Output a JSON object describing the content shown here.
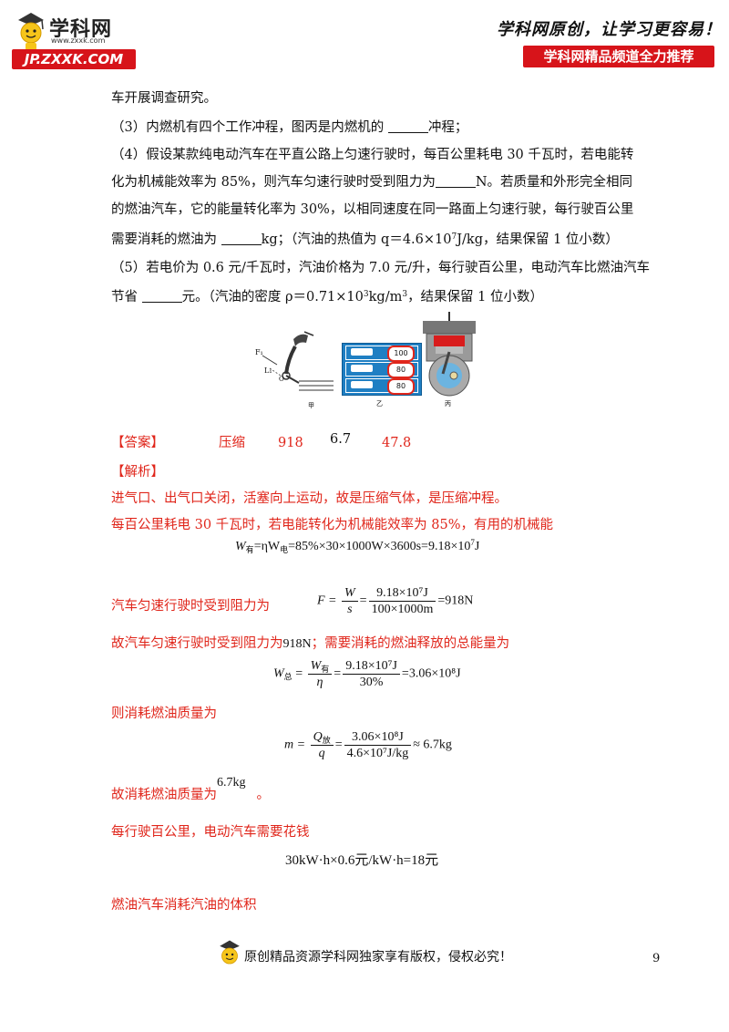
{
  "header": {
    "logo_title": "学科网",
    "logo_url": "www.zxxk.com",
    "site_badge": "JP.ZXXK.COM",
    "slogan": "学科网原创，让学习更容易！",
    "recommend_badge": "学科网精品频道全力推荐"
  },
  "question": {
    "line0": "车开展调查研究。",
    "q3": "（3）内燃机有四个工作冲程，图丙是内燃机的",
    "q3_tail": "冲程；",
    "q4_l1": "（4）假设某款纯电动汽车在平直公路上匀速行驶时，每百公里耗电 30 千瓦时，若电能转",
    "q4_l2_a": "化为机械能效率为 85%，则汽车匀速行驶时受到阻力为",
    "q4_l2_b": "N。若质量和外形完全相同",
    "q4_l3": "的燃油汽车，它的能量转化率为 30%，以相同速度在同一路面上匀速行驶，每行驶百公里",
    "q4_l4_a": "需要消耗的燃油为",
    "q4_l4_b": "kg；（汽油的热值为 q＝4.6×10",
    "q4_l4_sup": "7",
    "q4_l4_c": "J/kg，结果保留 1 位小数）",
    "q5_l1": "（5）若电价为 0.6 元/千瓦时，汽油价格为 7.0 元/升，每行驶百公里，电动汽车比燃油汽车",
    "q5_l2_a": "节省",
    "q5_l2_b": "元。（汽油的密度 ρ＝0.71×10",
    "q5_l2_sup": "3",
    "q5_l2_c": "kg/m",
    "q5_l2_sup2": "3",
    "q5_l2_d": "，结果保留 1 位小数）"
  },
  "figures": {
    "jia_label": "甲",
    "yi_label": "乙",
    "bing_label": "丙",
    "f1_label": "F₁",
    "l1_label": "L₁",
    "o_label": "O",
    "speed_signs": [
      "100",
      "80",
      "80"
    ]
  },
  "answer": {
    "label": "【答案】",
    "a1": "压缩",
    "a2": "918",
    "a3": "6.7",
    "a4": "47.8"
  },
  "analysis": {
    "label": "【解析】",
    "p1": "进气口、出气口关闭，活塞向上运动，故是压缩气体，是压缩冲程。",
    "p2": "每百公里耗电 30 千瓦时，若电能转化为机械能效率为 85%，有用的机械能",
    "eq1": "=ηW",
    "eq1_sub1": "有",
    "eq1_sub2": "电",
    "eq1_rest": "=85%×30×1000W×3600s=9.18×10",
    "eq1_sup": "7",
    "eq1_unit": "J",
    "p3": "汽车匀速行驶时受到阻力为",
    "eq2_left": "F =",
    "eq2_num": "W",
    "eq2_den": "s",
    "eq2_num2": "9.18×10⁷J",
    "eq2_den2": "100×1000m",
    "eq2_res": "=918N",
    "p4_a": "故汽车匀速行驶时受到阻力为",
    "p4_val": "918N",
    "p4_b": "；需要消耗的燃油释放的总能量为",
    "eq3_left": "W",
    "eq3_sub": "总",
    "eq3_num_sub": "有",
    "eq3_den": "η",
    "eq3_num2": "9.18×10⁷J",
    "eq3_den2": "30%",
    "eq3_res": "=3.06×10⁸J",
    "p5": "则消耗燃油质量为",
    "eq4_left": "m =",
    "eq4_num": "Q",
    "eq4_num_sub": "放",
    "eq4_den": "q",
    "eq4_num2": "3.06×10⁸J",
    "eq4_den2": "4.6×10⁷J/kg",
    "eq4_res": "≈ 6.7kg",
    "p6_a": "故消耗燃油质量为",
    "p6_val": "6.7kg",
    "p6_b": "。",
    "p7": "每行驶百公里，电动汽车需要花钱",
    "eq5": "30kW·h×0.6元/kW·h=18元",
    "p8": "燃油汽车消耗汽油的体积"
  },
  "footer": {
    "copyright": "原创精品资源学科网独家享有版权，侵权必究！",
    "page_number": "9"
  },
  "colors": {
    "answer_red": "#e0261b",
    "badge_red": "#d7141a"
  },
  "icons": [
    "mascot-icon",
    "engine-cylinder-icon",
    "pedal-lever-icon",
    "speed-sign-icon"
  ]
}
